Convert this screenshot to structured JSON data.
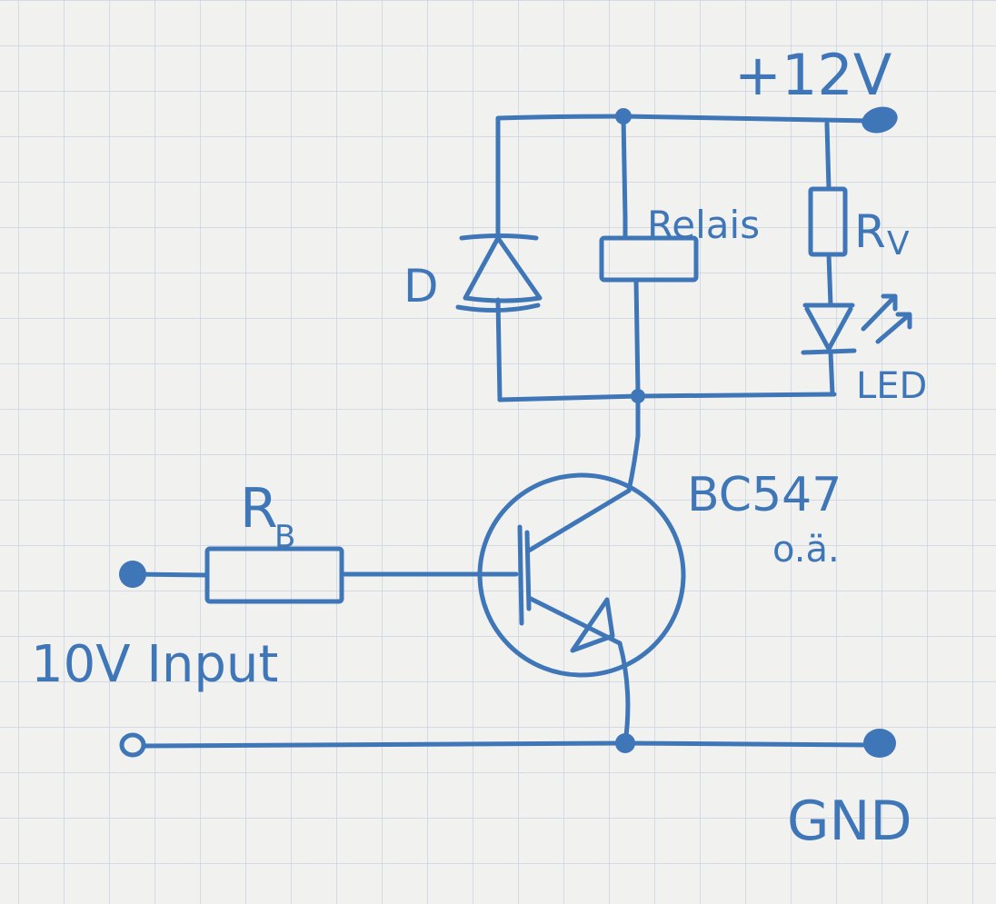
{
  "schematic": {
    "supply_label": "+12V",
    "ground_label": "GND",
    "input_label": "10V Input",
    "components": {
      "diode": {
        "label": "D"
      },
      "relay": {
        "label": "Relais"
      },
      "series_resistor": {
        "label_main": "R",
        "label_sub": "V"
      },
      "led": {
        "label": "LED"
      },
      "base_resistor": {
        "label_main": "R",
        "label_sub": "B"
      },
      "transistor": {
        "label": "BC547",
        "note": "o.ä."
      }
    }
  },
  "colors": {
    "paper": "#f1f1ef",
    "grid": "#c9d3e1",
    "ink": "#3f76b8"
  }
}
